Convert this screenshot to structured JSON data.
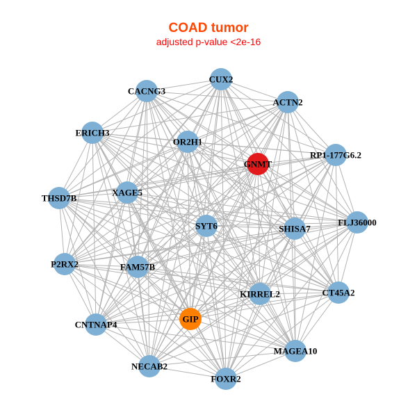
{
  "title": "COAD tumor",
  "subtitle": "adjusted p-value <2e-16",
  "colors": {
    "default_node": "#7eb0d5",
    "edge": "#b3b3b3",
    "GNMT": "#e31a1c",
    "GIP": "#ff7f00"
  },
  "nodes": [
    {
      "id": "CUX2"
    },
    {
      "id": "CACNG3"
    },
    {
      "id": "ACTN2"
    },
    {
      "id": "ERICH3"
    },
    {
      "id": "OR2H1"
    },
    {
      "id": "GNMT",
      "color": "#e31a1c"
    },
    {
      "id": "RP1-177G6.2"
    },
    {
      "id": "THSD7B"
    },
    {
      "id": "XAGE5"
    },
    {
      "id": "SYT6"
    },
    {
      "id": "SHISA7"
    },
    {
      "id": "FLJ36000"
    },
    {
      "id": "P2RX2"
    },
    {
      "id": "FAM57B"
    },
    {
      "id": "KIRREL2"
    },
    {
      "id": "CT45A2"
    },
    {
      "id": "GIP",
      "color": "#ff7f00"
    },
    {
      "id": "CNTNAP4"
    },
    {
      "id": "MAGEA10"
    },
    {
      "id": "NECAB2"
    },
    {
      "id": "FOXR2"
    }
  ]
}
